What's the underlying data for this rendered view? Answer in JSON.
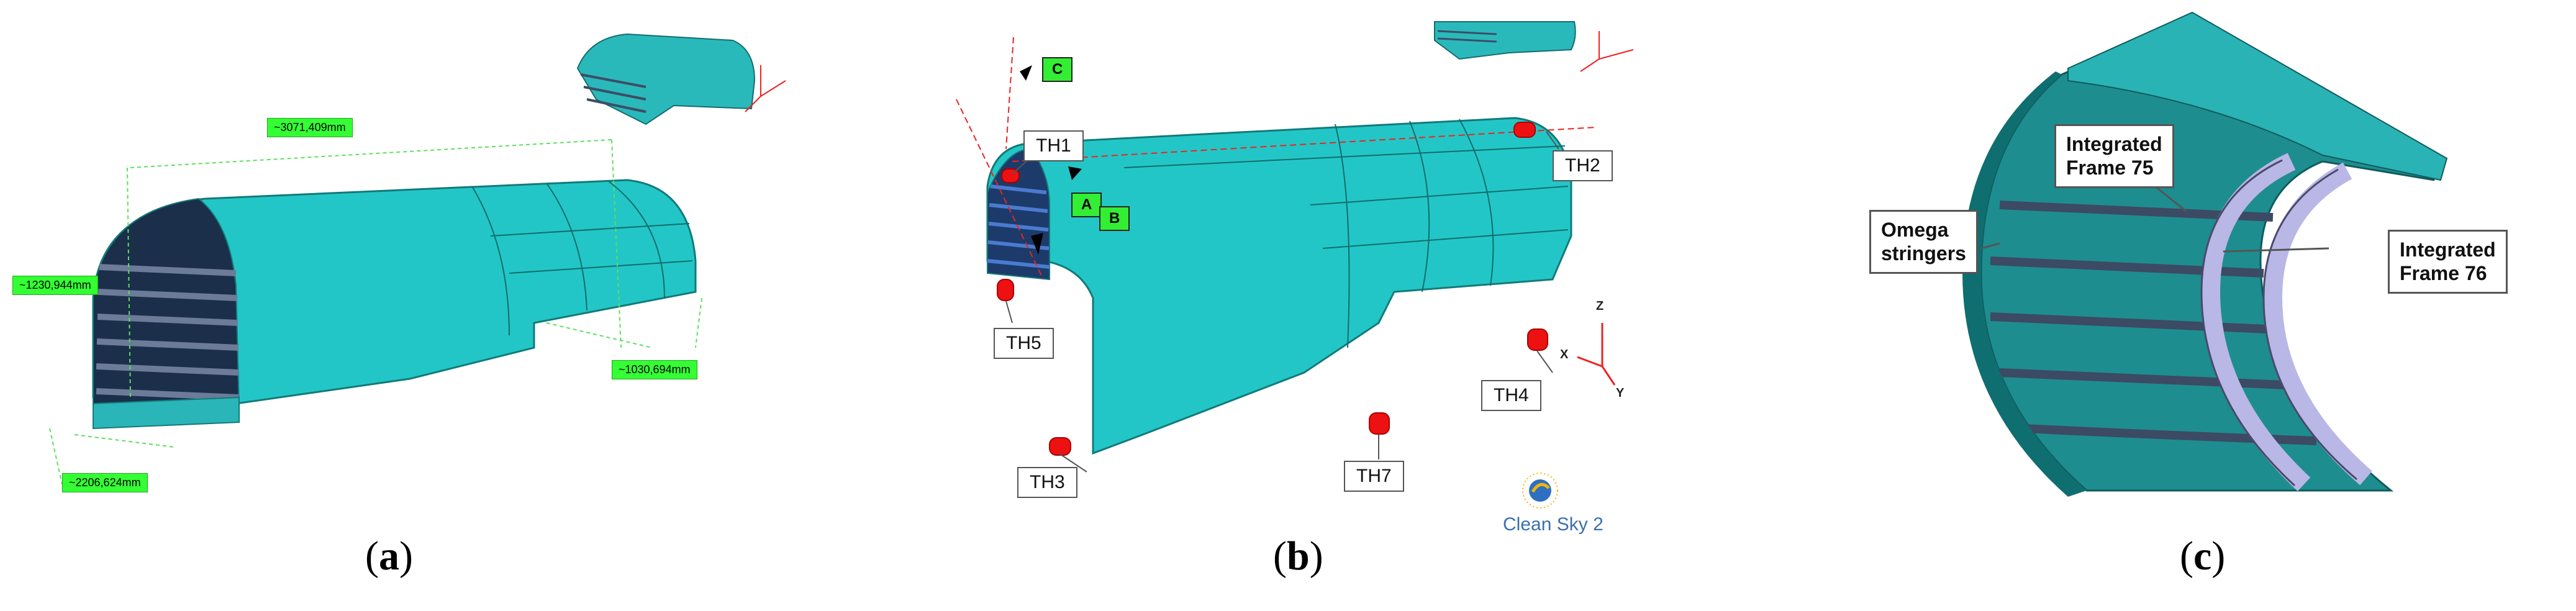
{
  "panel_a": {
    "caption_letter": "a",
    "dimensions": {
      "length": "~3071,409mm",
      "height_left": "~1230,944mm",
      "height_right": "~1030,694mm",
      "width_bottom": "~2206,624mm"
    }
  },
  "panel_b": {
    "caption_letter": "b",
    "points": {
      "a": "A",
      "b": "B",
      "c": "C"
    },
    "tooling_holes": {
      "th1": "TH1",
      "th2": "TH2",
      "th3": "TH3",
      "th4": "TH4",
      "th5": "TH5",
      "th7": "TH7"
    },
    "axes": {
      "z": "Z",
      "x": "X",
      "y": "Y"
    },
    "logo_text": "Clean Sky 2"
  },
  "panel_c": {
    "caption_letter": "c",
    "labels": {
      "frame_75": "Integrated\nFrame 75",
      "frame_76": "Integrated\nFrame 76",
      "omega": "Omega\nstringers"
    }
  },
  "colors": {
    "skin": "#23c6c6",
    "skin_dark": "#159a9a",
    "stringer": "#4a5a78",
    "frame_lilac": "#b9b7e6",
    "dimension_green": "#33ff33",
    "marker_red": "#ee1111"
  }
}
